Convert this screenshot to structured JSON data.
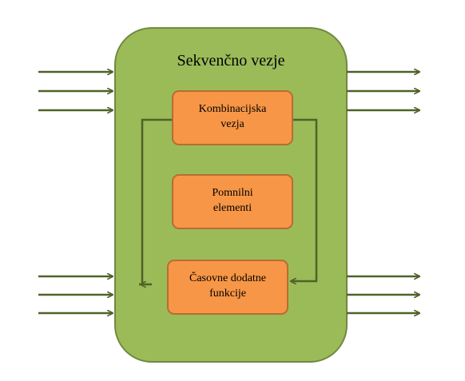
{
  "diagram": {
    "title": "Sekvenčno vezje",
    "blocks": {
      "combinational": {
        "line1": "Kombinacijska",
        "line2": "vezja"
      },
      "memory": {
        "line1": "Pomnilni",
        "line2": "elementi"
      },
      "timing": {
        "line1": "Časovne dodatne",
        "line2": "funkcije"
      }
    },
    "colors": {
      "outer_fill": "#9bbb59",
      "outer_stroke": "#71893f",
      "block_fill": "#f79646",
      "block_stroke": "#b66d31",
      "arrow": "#4f6228"
    },
    "inputs": {
      "top_group": 3,
      "bottom_group": 3
    },
    "outputs": {
      "top_group": 3,
      "bottom_group": 3
    }
  }
}
